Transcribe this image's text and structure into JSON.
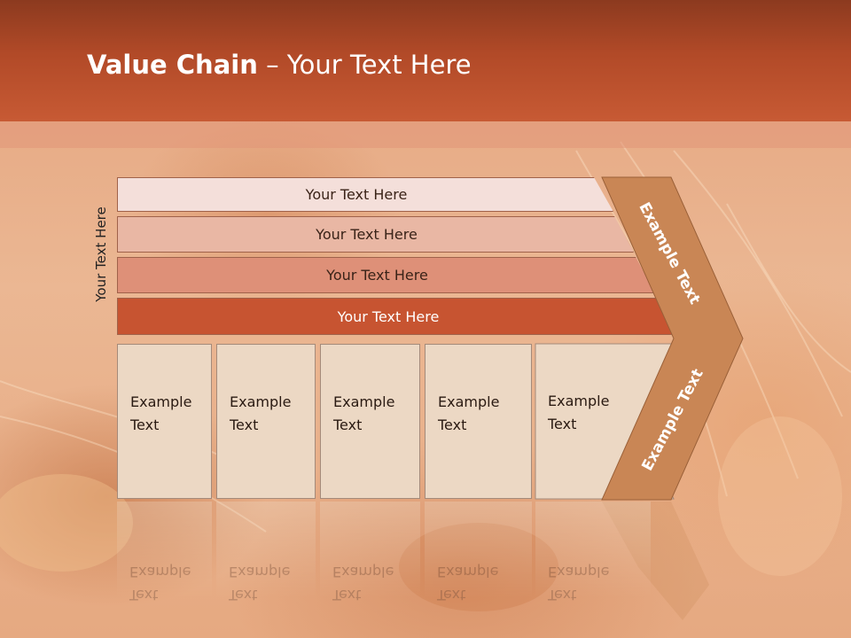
{
  "title": {
    "bold": "Value Chain",
    "rest": " – Your Text Here"
  },
  "side_label": "Your Text Here",
  "bars": [
    {
      "label": "Your Text Here",
      "color": "#f4dfda"
    },
    {
      "label": "Your Text Here",
      "color": "#e9b7a4"
    },
    {
      "label": "Your Text Here",
      "color": "#de9078"
    },
    {
      "label": "Your Text Here",
      "color": "#c75431"
    }
  ],
  "columns": [
    {
      "line1": "Example",
      "line2": "Text"
    },
    {
      "line1": "Example",
      "line2": "Text"
    },
    {
      "line1": "Example",
      "line2": "Text"
    },
    {
      "line1": "Example",
      "line2": "Text"
    },
    {
      "line1": "Example",
      "line2": "Text"
    }
  ],
  "chevron": {
    "top_label": "Example Text",
    "bottom_label": "Example Text",
    "color": "#c98655"
  }
}
